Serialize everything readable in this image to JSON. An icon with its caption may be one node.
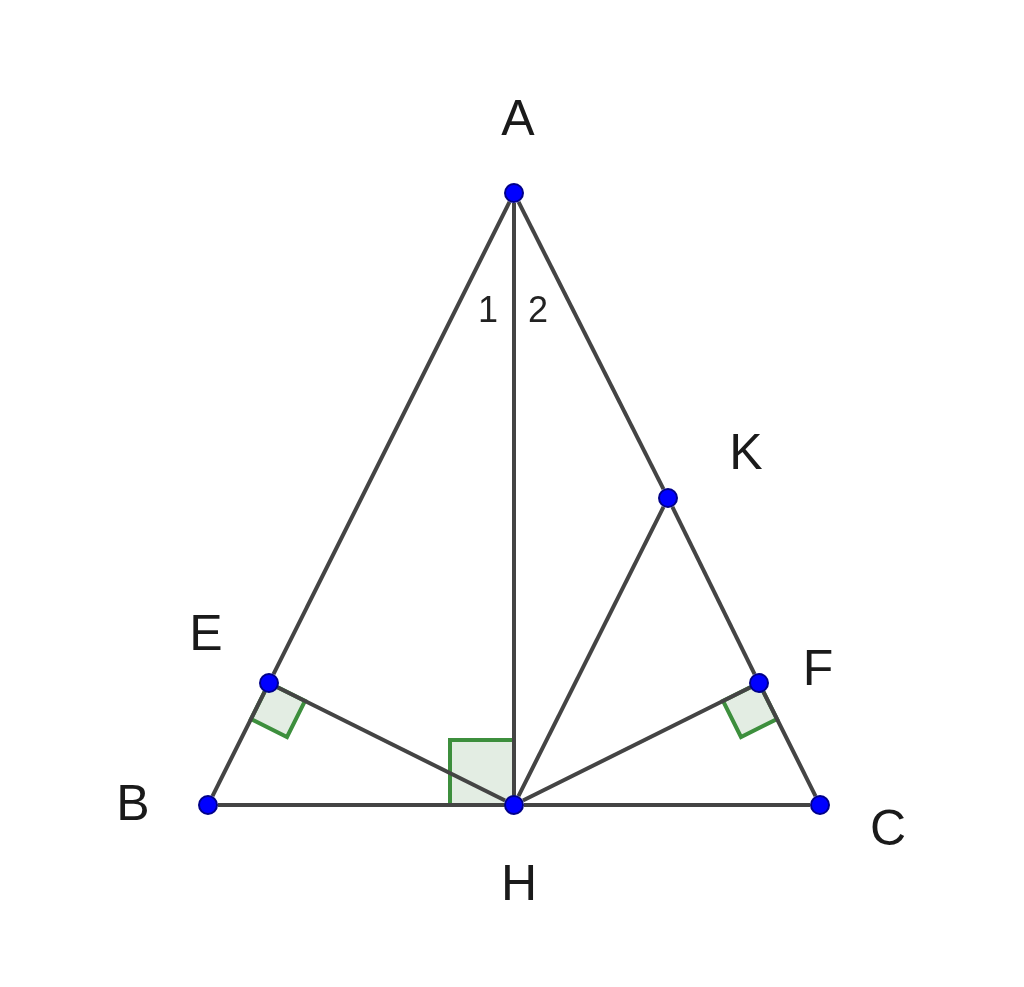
{
  "diagram": {
    "nodes": [
      {
        "text": [
          "A"
        ]
      },
      {
        "text": [
          "K"
        ]
      },
      {
        "text": [
          "E"
        ]
      },
      {
        "text": [
          "F"
        ]
      },
      {
        "text": [
          "B"
        ]
      },
      {
        "text": [
          "H"
        ]
      },
      {
        "text": [
          "C"
        ]
      }
    ],
    "edges": [
      {
        "from": 0,
        "to": 2,
        "arrow": "none"
      },
      {
        "from": 2,
        "to": 4,
        "arrow": "none"
      },
      {
        "from": 4,
        "to": 5,
        "arrow": "none"
      },
      {
        "from": 5,
        "to": 6,
        "arrow": "none"
      },
      {
        "from": 0,
        "to": 1,
        "arrow": "none"
      },
      {
        "from": 1,
        "to": 3,
        "arrow": "none"
      },
      {
        "from": 3,
        "to": 6,
        "arrow": "none"
      },
      {
        "from": 0,
        "to": 5,
        "arrow": "none"
      },
      {
        "from": 5,
        "to": 2,
        "arrow": "none"
      },
      {
        "from": 5,
        "to": 1,
        "arrow": "none"
      },
      {
        "from": 5,
        "to": 3,
        "arrow": "none"
      }
    ],
    "labels": [
      "1",
      "2"
    ]
  }
}
